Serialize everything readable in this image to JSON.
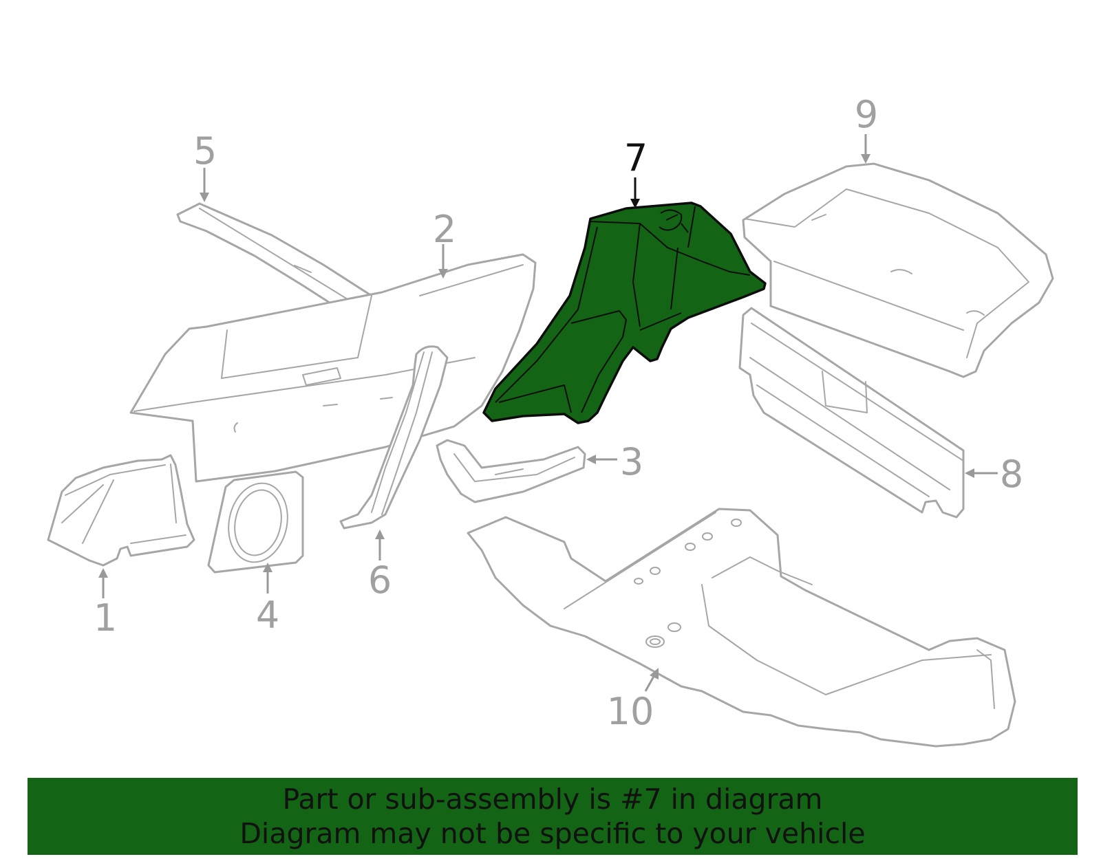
{
  "diagram": {
    "callouts": [
      {
        "id": "1",
        "label": "1"
      },
      {
        "id": "2",
        "label": "2"
      },
      {
        "id": "3",
        "label": "3"
      },
      {
        "id": "4",
        "label": "4"
      },
      {
        "id": "5",
        "label": "5"
      },
      {
        "id": "6",
        "label": "6"
      },
      {
        "id": "7",
        "label": "7",
        "highlighted": true
      },
      {
        "id": "8",
        "label": "8"
      },
      {
        "id": "9",
        "label": "9"
      },
      {
        "id": "10",
        "label": "10"
      }
    ],
    "highlighted_part": "7",
    "colors": {
      "highlight_fill": "#136414",
      "part_outline": "#a6a6a6",
      "banner_background": "#136414"
    }
  },
  "banner": {
    "line1": "Part or sub-assembly is #7 in diagram",
    "line2": "Diagram may not be specific to your vehicle"
  }
}
